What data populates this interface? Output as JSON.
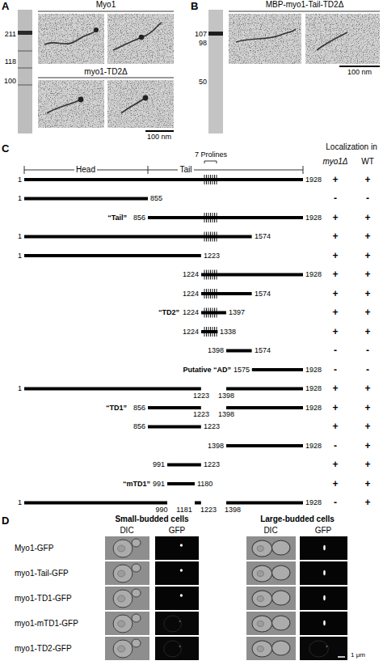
{
  "diagram": {
    "labels": [
      "A",
      "Myo1",
      "211",
      "118",
      "100",
      "myo1-TD2Δ",
      "100 nm",
      "B",
      "MBP-myo1-Tail-TD2Δ",
      "107",
      "98",
      "50",
      "100 nm",
      "C",
      "7 Prolines",
      "Localization in",
      "myo1Δ",
      "WT",
      "Head",
      "Tail",
      "1",
      "1928",
      "+",
      "+",
      "1",
      "855",
      "-",
      "-",
      "“Tail”",
      "856",
      "1928",
      "+",
      "+",
      "1",
      "1574",
      "+",
      "+",
      "1",
      "1223",
      "+",
      "+",
      "1224",
      "1928",
      "+",
      "+",
      "1224",
      "1574",
      "+",
      "+",
      "“TD2”",
      "1224",
      "1397",
      "+",
      "+",
      "1224",
      "1338",
      "+",
      "+",
      "1398",
      "1574",
      "-",
      "-",
      "Putative “AD”",
      "1575",
      "1928",
      "-",
      "-",
      "1",
      "1223",
      "1398",
      "1928",
      "+",
      "+",
      "“TD1”",
      "856",
      "1223",
      "1398",
      "1928",
      "+",
      "+",
      "856",
      "1223",
      "+",
      "+",
      "1398",
      "1928",
      "-",
      "+",
      "991",
      "1223",
      "+",
      "+",
      "“mTD1”",
      "991",
      "1180",
      "+",
      "+",
      "1",
      "990",
      "1181",
      "1223",
      "1398",
      "1928",
      "-",
      "+",
      "D",
      "Small-budded cells",
      "Large-budded cells",
      "DIC",
      "GFP",
      "DIC",
      "GFP",
      "Myo1-GFP",
      "myo1-Tail-GFP",
      "myo1-TD1-GFP",
      "myo1-mTD1-GFP",
      "myo1-TD2-GFP",
      "1 μm"
    ]
  }
}
